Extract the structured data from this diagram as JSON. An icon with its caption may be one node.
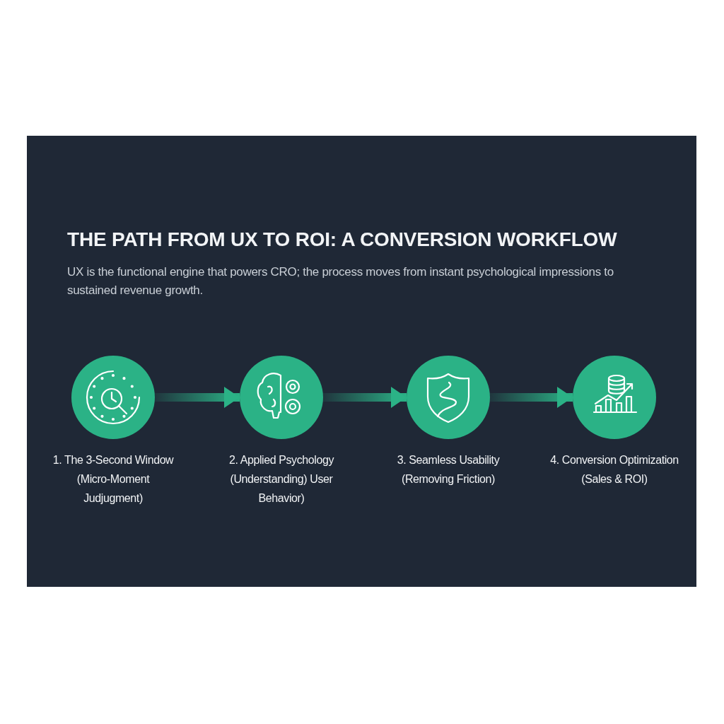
{
  "diagram": {
    "title": "THE PATH FROM UX TO ROI: A CONVERSION WORKFLOW",
    "nodes": [
      {
        "text": [
          "1. The 3-Second Window (Micro-Moment Judjugment)"
        ]
      },
      {
        "text": [
          "2. Applied Psychology (Understanding) User Behavior)"
        ]
      },
      {
        "text": [
          "3. Seamless Usability (Removing Friction)"
        ]
      },
      {
        "text": [
          "4. Conversion Optimization (Sales & ROI)"
        ]
      }
    ],
    "edges": [
      {
        "from": 0,
        "to": 1,
        "arrow": "to"
      },
      {
        "from": 1,
        "to": 2,
        "arrow": "to"
      },
      {
        "from": 2,
        "to": 3,
        "arrow": "to"
      }
    ],
    "labels": [
      "UX is the functional engine that powers CRO; the process moves from instant psychological impressions to sustained revenue growth."
    ]
  }
}
